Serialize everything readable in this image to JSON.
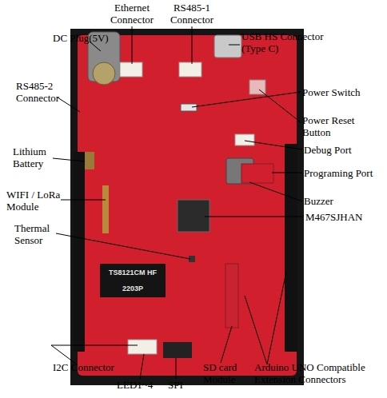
{
  "diagram": {
    "labels": [
      "Ethernet Connector",
      "RS485-1 Connector",
      "USB HS Connector (Type C)",
      "DC Plug(5V)",
      "RS485-2 Connector",
      "Lithium Battery",
      "Power Switch",
      "Power Reset Button",
      "Debug Port",
      "Programing Port",
      "WIFI / LoRa Module",
      "Buzzer",
      "M467SJHAN",
      "Thermal Sensor",
      "I2C Connector",
      "LED1~4",
      "SPI",
      "SD card Module",
      "Arduino UNO Compatible Extension Connectors",
      "TS8121CM HF",
      "2203P"
    ]
  }
}
